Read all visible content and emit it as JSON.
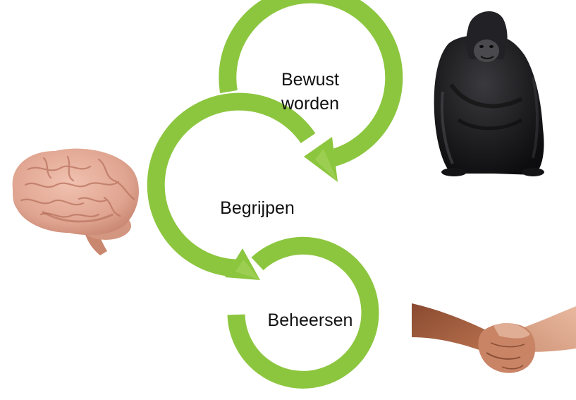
{
  "steps": [
    {
      "label_line1": "Bewust",
      "label_line2": "worden"
    },
    {
      "label": "Begrijpen"
    },
    {
      "label": "Beheersen"
    }
  ],
  "colors": {
    "arrow_green": "#8cc63f",
    "arrow_green_light": "#a6d65e",
    "brain": "#e0a591",
    "gorilla": "#1c1c1e",
    "skin_left": "#b06a4a",
    "skin_right": "#d9a48a",
    "background": "#ffffff"
  },
  "images": [
    {
      "name": "brain-illustration"
    },
    {
      "name": "gorilla-photo"
    },
    {
      "name": "handshake-photo"
    }
  ]
}
